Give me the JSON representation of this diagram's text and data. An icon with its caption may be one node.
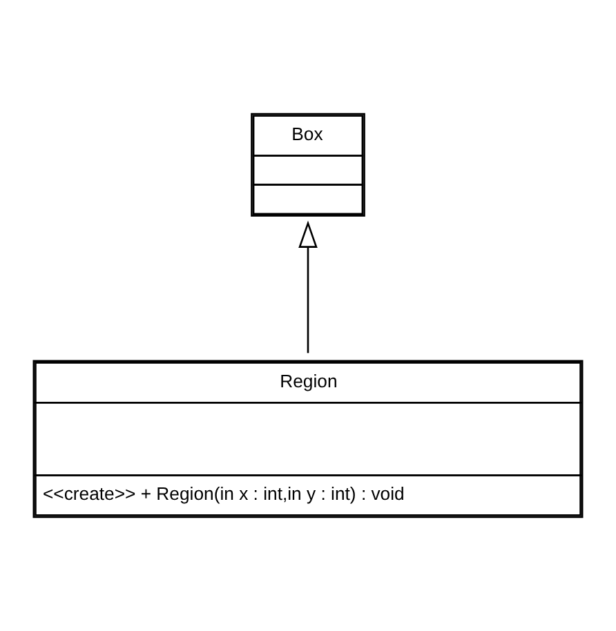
{
  "diagram": {
    "nodes": [
      {
        "text": [
          "Box"
        ]
      },
      {
        "text": [
          "Region",
          "<<create>> + Region(in x : int,in y : int) : void"
        ]
      }
    ],
    "edges": [
      {
        "from": 1,
        "to": 0,
        "arrow": "to"
      }
    ]
  }
}
